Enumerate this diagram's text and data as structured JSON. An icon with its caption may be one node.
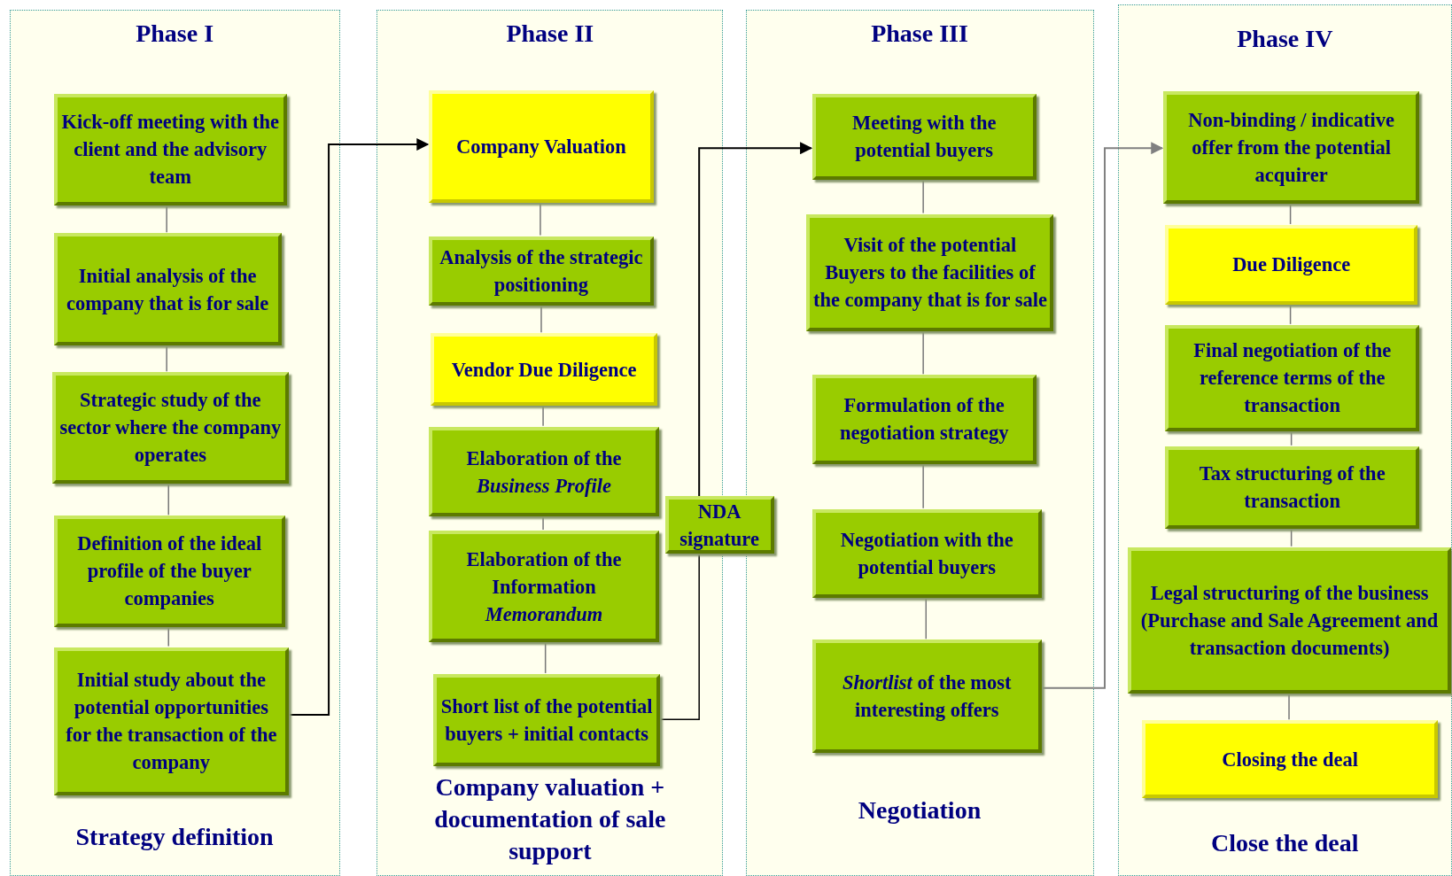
{
  "diagram": {
    "nodes": [
      {
        "text": [
          "Phase I",
          "Strategy definition"
        ]
      },
      {
        "text": [
          "Kick-off meeting with the client and the advisory team"
        ],
        "in": 0
      },
      {
        "text": [
          "Initial analysis of the company that is for sale"
        ],
        "in": 0
      },
      {
        "text": [
          "Strategic study of the sector where the company operates"
        ],
        "in": 0
      },
      {
        "text": [
          "Definition of the ideal profile of the buyer companies"
        ],
        "in": 0
      },
      {
        "text": [
          "Initial study about the potential opportunities for the transaction of the company"
        ],
        "in": 0
      },
      {
        "text": [
          "Phase II",
          "Company valuation + documentation of sale support"
        ]
      },
      {
        "text": [
          "Company Valuation"
        ],
        "in": 6
      },
      {
        "text": [
          "Analysis of the strategic positioning"
        ],
        "in": 6
      },
      {
        "text": [
          "Vendor Due Diligence"
        ],
        "in": 6
      },
      {
        "text": [
          "Elaboration of the *Business Profile*"
        ],
        "in": 6
      },
      {
        "text": [
          "Elaboration of the Information *Memorandum*"
        ],
        "in": 6
      },
      {
        "text": [
          "Short list of the potential buyers + initial contacts"
        ],
        "in": 6
      },
      {
        "text": [
          "NDA signature"
        ]
      },
      {
        "text": [
          "Phase III",
          "Negotiation"
        ]
      },
      {
        "text": [
          "Meeting with the potential buyers"
        ],
        "in": 14
      },
      {
        "text": [
          "Visit of the potential Buyers to the facilities of the company that is for sale"
        ],
        "in": 14
      },
      {
        "text": [
          "Formulation of the negotiation strategy"
        ],
        "in": 14
      },
      {
        "text": [
          "Negotiation with the potential buyers"
        ],
        "in": 14
      },
      {
        "text": [
          "*Shortlist* of the most interesting offers"
        ],
        "in": 14
      },
      {
        "text": [
          "Phase IV",
          "Close the deal"
        ]
      },
      {
        "text": [
          "Non-binding / indicative offer from the potential acquirer"
        ],
        "in": 20
      },
      {
        "text": [
          "Due Diligence"
        ],
        "in": 20
      },
      {
        "text": [
          "Final negotiation of the reference terms of the transaction"
        ],
        "in": 20
      },
      {
        "text": [
          "Tax structuring of the transaction"
        ],
        "in": 20
      },
      {
        "text": [
          "Legal structuring of the business (Purchase and Sale Agreement and transaction documents)"
        ],
        "in": 20
      },
      {
        "text": [
          "Closing the deal"
        ],
        "in": 20
      }
    ],
    "edges": [
      {
        "from": 1,
        "to": 2,
        "arrow": "none"
      },
      {
        "from": 2,
        "to": 3,
        "arrow": "none"
      },
      {
        "from": 3,
        "to": 4,
        "arrow": "none"
      },
      {
        "from": 4,
        "to": 5,
        "arrow": "none"
      },
      {
        "from": 5,
        "to": 7,
        "arrow": "to",
        "color": "#000000"
      },
      {
        "from": 7,
        "to": 8,
        "arrow": "none"
      },
      {
        "from": 8,
        "to": 9,
        "arrow": "none"
      },
      {
        "from": 9,
        "to": 10,
        "arrow": "none"
      },
      {
        "from": 10,
        "to": 11,
        "arrow": "none"
      },
      {
        "from": 11,
        "to": 12,
        "arrow": "none"
      },
      {
        "from": 12,
        "to": 13,
        "arrow": "none",
        "color": "#000000"
      },
      {
        "from": 13,
        "to": 15,
        "arrow": "to",
        "color": "#000000"
      },
      {
        "from": 15,
        "to": 16,
        "arrow": "none"
      },
      {
        "from": 16,
        "to": 17,
        "arrow": "none"
      },
      {
        "from": 17,
        "to": 18,
        "arrow": "none"
      },
      {
        "from": 18,
        "to": 19,
        "arrow": "none"
      },
      {
        "from": 19,
        "to": 21,
        "arrow": "to",
        "color": "#808080"
      },
      {
        "from": 21,
        "to": 22,
        "arrow": "none"
      },
      {
        "from": 22,
        "to": 23,
        "arrow": "none"
      },
      {
        "from": 23,
        "to": 24,
        "arrow": "none"
      },
      {
        "from": 24,
        "to": 25,
        "arrow": "none"
      },
      {
        "from": 25,
        "to": 26,
        "arrow": "none"
      }
    ]
  }
}
